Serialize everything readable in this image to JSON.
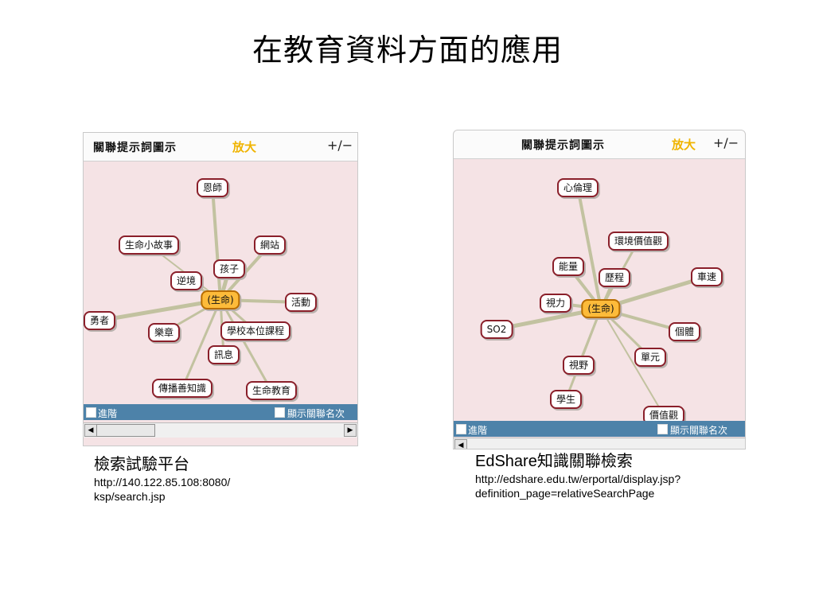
{
  "slide": {
    "title": "在教育資料方面的應用"
  },
  "panels": [
    {
      "header": {
        "title": "關聯提示詞圖示",
        "zoom_label": "放大",
        "zoom_controls": "+/−"
      },
      "center_node": "(生命)",
      "nodes": [
        "恩師",
        "生命小故事",
        "網站",
        "孩子",
        "逆境",
        "活動",
        "勇者",
        "樂章",
        "學校本位課程",
        "訊息",
        "傳播善知識",
        "生命教育"
      ],
      "toolbar": {
        "advanced_label": "進階",
        "show_label": "顯示關聯名次"
      },
      "caption": {
        "title": "檢索試驗平台",
        "url_line1": "http://140.122.85.108:8080/",
        "url_line2": "ksp/search.jsp"
      }
    },
    {
      "header": {
        "title": "關聯提示詞圖示",
        "zoom_label": "放大",
        "zoom_controls": "+/−"
      },
      "center_node": "(生命)",
      "nodes": [
        "心倫理",
        "環境價值觀",
        "能量",
        "歷程",
        "車速",
        "視力",
        "SO2",
        "個體",
        "單元",
        "視野",
        "學生",
        "價值觀"
      ],
      "toolbar": {
        "advanced_label": "進階",
        "show_label": "顯示關聯名次"
      },
      "caption": {
        "title": "EdShare知識關聯檢索",
        "url_line1": "http://edshare.edu.tw/erportal/display.jsp?",
        "url_line2": "definition_page=relativeSearchPage"
      }
    }
  ],
  "colors": {
    "graph_bg": "#f5e3e5",
    "node_border": "#8a1f2a",
    "center_fill": "#fdbb3a",
    "edge": "#c2c2a0",
    "toolbar": "#4d82a9",
    "zoom": "#f0b400"
  }
}
